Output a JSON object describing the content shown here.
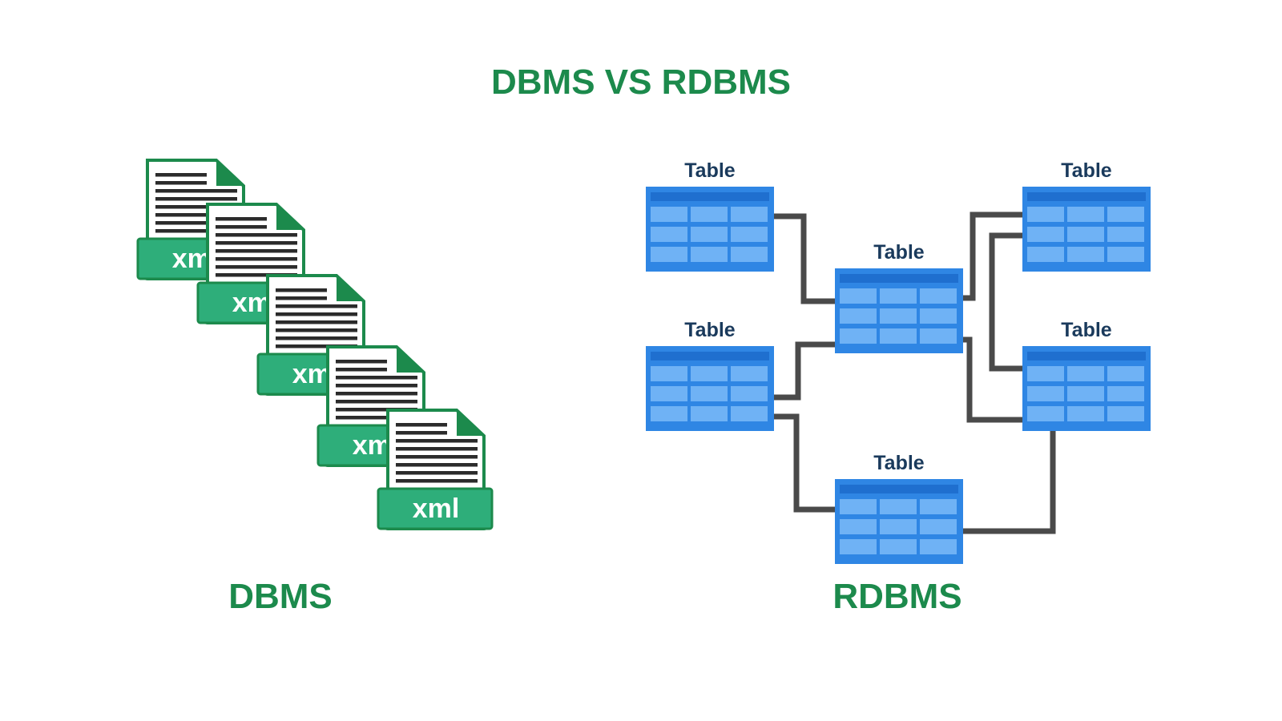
{
  "title": "DBMS VS RDBMS",
  "dbms": {
    "label": "DBMS",
    "files": [
      {
        "label": "xml"
      },
      {
        "label": "xml"
      },
      {
        "label": "xml"
      },
      {
        "label": "xml"
      },
      {
        "label": "xml"
      }
    ]
  },
  "rdbms": {
    "label": "RDBMS",
    "tables": [
      {
        "label": "Table"
      },
      {
        "label": "Table"
      },
      {
        "label": "Table"
      },
      {
        "label": "Table"
      },
      {
        "label": "Table"
      },
      {
        "label": "Table"
      }
    ]
  },
  "colors": {
    "green": "#1c8a4c",
    "file_green": "#2eae7a",
    "table_blue": "#2f86e4",
    "table_cell": "#6fb2f5",
    "connector": "#4a4a4a"
  }
}
